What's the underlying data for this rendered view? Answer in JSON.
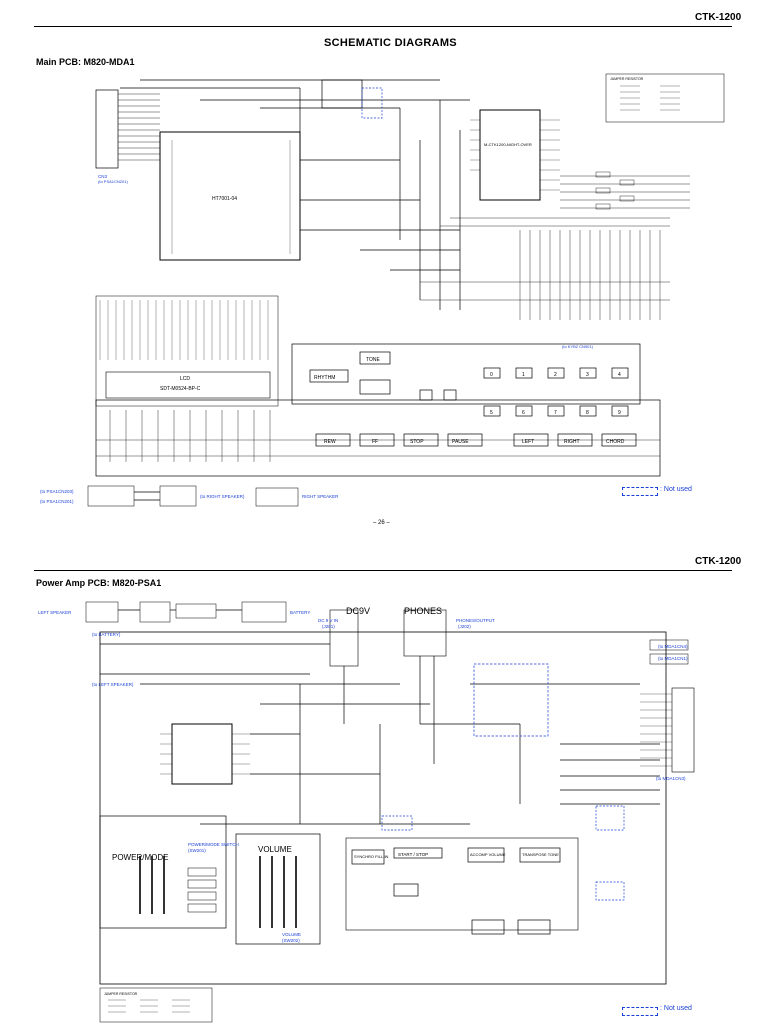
{
  "page1": {
    "model": "CTK-1200",
    "title": "SCHEMATIC DIAGRAMS",
    "section_title": "Main PCB: M820-MDA1",
    "connector_label": "CN3",
    "connector_note": "(to PSA1CN201)",
    "kyb_note": "(to KYB2 CN901)",
    "cpu_label": "HT7001-04",
    "lcd_label": "LCD",
    "lcd_sub": "SDT-M0524-BP-C",
    "tsi_label": "M-CTK1200-NIGHT-OVER",
    "jumper_title": "JUMPER RESISTOR",
    "right_speaker": "RIGHT SPEAKER",
    "to_right_speaker": "(to RIGHT SPEAKER)",
    "to_psa_1": "(to PSA1CN203)",
    "to_psa_2": "(to PSA1CN201)",
    "buttons_top": [
      "RHYTHM",
      "TONE"
    ],
    "buttons_mid": [
      "REW",
      "FF",
      "STOP",
      "PAUSE",
      "LEFT",
      "RIGHT",
      "CHORD"
    ],
    "numpad": [
      "0",
      "1",
      "2",
      "3",
      "4",
      "5",
      "6",
      "7",
      "8",
      "9"
    ],
    "legend": "Not used",
    "page_number": "– 26 –"
  },
  "page2": {
    "model": "CTK-1200",
    "section_title": "Power Amp PCB: M820-PSA1",
    "left_speaker": "LEFT SPEAKER",
    "battery": "BATTERY",
    "to_battery": "(to BATTERY)",
    "to_left_speaker": "(to LEFT SPEAKER)",
    "dc_label": "DC9V",
    "phones_label": "PHONES",
    "dc_in": "DC 9 V IN",
    "dc_in_ref": "(J201)",
    "phones_out": "PHONES/OUTPUT",
    "phones_ref": "(J202)",
    "to_mda_cn4": "(to MDA1CN4)",
    "to_mda_cn1": "(to MDA1CN1)",
    "to_mda_cn3": "(to MDA1CN3)",
    "power_mode": "POWER/MODE",
    "power_mode_switch": "POWER/MODE SWITCH",
    "power_mode_ref": "(SW201)",
    "volume": "VOLUME",
    "volume_note": "VOLUME",
    "volume_ref": "(SW202)",
    "start_stop": "START / STOP",
    "accomp": "ACCOMP VOLUME",
    "transpose": "TRANSPOSE TONE",
    "synchro": "SYNCHRO FILL-IN",
    "jumper_title": "JUMPER RESISTOR",
    "legend": "Not used"
  }
}
